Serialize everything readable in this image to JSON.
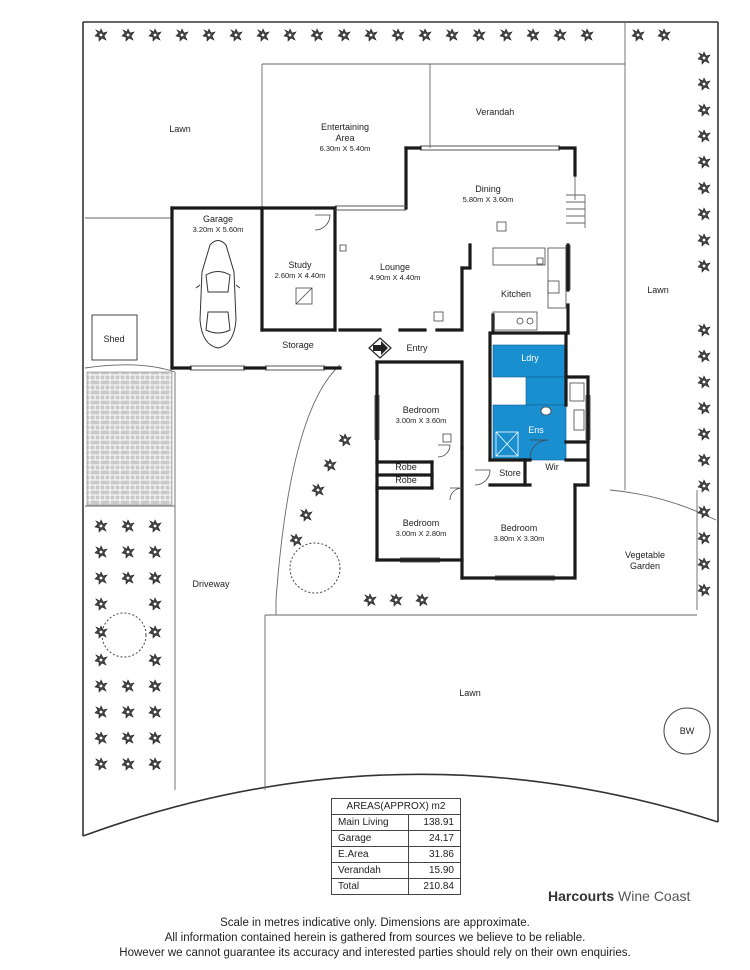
{
  "rooms": {
    "lawn_top": "Lawn",
    "entertaining": {
      "name": "Entertaining Area",
      "name_l1": "Entertaining",
      "name_l2": "Area",
      "dims": "6.30m X 5.40m"
    },
    "verandah": "Verandah",
    "dining": {
      "name": "Dining",
      "dims": "5.80m X 3.60m"
    },
    "garage": {
      "name": "Garage",
      "dims": "3.20m X 5.60m"
    },
    "study": {
      "name": "Study",
      "dims": "2.60m X 4.40m"
    },
    "lounge": {
      "name": "Lounge",
      "dims": "4.90m X 4.40m"
    },
    "kitchen": "Kitchen",
    "storage": "Storage",
    "entry": "Entry",
    "shed": "Shed",
    "lawn_right": "Lawn",
    "ldry": "Ldry",
    "bedroom1": {
      "name": "Bedroom",
      "dims": "3.00m X 3.60m"
    },
    "ens": "Ens",
    "robe1": "Robe",
    "robe2": "Robe",
    "store": "Store",
    "wir": "Wir",
    "bedroom2": {
      "name": "Bedroom",
      "dims": "3.00m X 2.80m"
    },
    "bedroom3": {
      "name": "Bedroom",
      "dims": "3.80m X 3.30m"
    },
    "vegetable_garden": {
      "l1": "Vegetable",
      "l2": "Garden"
    },
    "driveway": "Driveway",
    "lawn_bottom": "Lawn",
    "bw": "BW"
  },
  "areas_table": {
    "title": "AREAS(APPROX) m2",
    "rows": [
      {
        "label": "Main Living",
        "value": "138.91"
      },
      {
        "label": "Garage",
        "value": "24.17"
      },
      {
        "label": "E.Area",
        "value": "31.86"
      },
      {
        "label": "Verandah",
        "value": "15.90"
      },
      {
        "label": "Total",
        "value": "210.84"
      }
    ]
  },
  "brand": {
    "name_bold": "Harcourts",
    "name_light": " Wine Coast"
  },
  "disclaimer": [
    "Scale in metres indicative only. Dimensions are approximate.",
    "All information contained herein is gathered from sources we believe to be reliable.",
    "However we cannot guarantee its accuracy and interested parties should rely on their own enquiries."
  ],
  "colors": {
    "wet_areas": "#1a8fd0",
    "walls": "#1a1a1a",
    "lines": "#555555",
    "paving": "#cccccc"
  }
}
